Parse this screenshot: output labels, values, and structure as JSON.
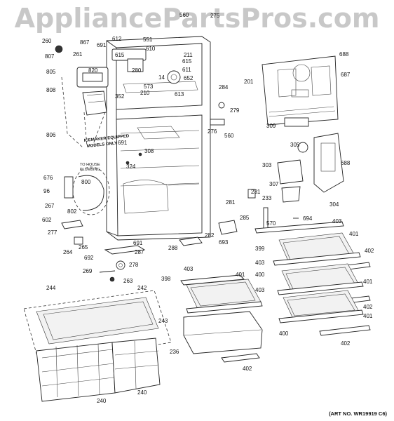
{
  "watermark": "AppliancePartsPros.com",
  "art_number": "(ART NO. WR19919 C6)",
  "notes": {
    "icemaker": [
      "ICEMAKER EQUIPPED",
      "MODELS ONLY"
    ],
    "to_house": [
      "TO HOUSE",
      "PLUMBING"
    ]
  },
  "callouts": [
    {
      "label": "560"
    },
    {
      "label": "275"
    },
    {
      "label": "260"
    },
    {
      "label": "867"
    },
    {
      "label": "612"
    },
    {
      "label": "551"
    },
    {
      "label": "691"
    },
    {
      "label": "615"
    },
    {
      "label": "610"
    },
    {
      "label": "807"
    },
    {
      "label": "261"
    },
    {
      "label": "820"
    },
    {
      "label": "211"
    },
    {
      "label": "805"
    },
    {
      "label": "280"
    },
    {
      "label": "615"
    },
    {
      "label": "611"
    },
    {
      "label": "573"
    },
    {
      "label": "14"
    },
    {
      "label": "652"
    },
    {
      "label": "210"
    },
    {
      "label": "613"
    },
    {
      "label": "808"
    },
    {
      "label": "352"
    },
    {
      "label": "284"
    },
    {
      "label": "279"
    },
    {
      "label": "276"
    },
    {
      "label": "560"
    },
    {
      "label": "806"
    },
    {
      "label": "691"
    },
    {
      "label": "308"
    },
    {
      "label": "324"
    },
    {
      "label": "676"
    },
    {
      "label": "96"
    },
    {
      "label": "800"
    },
    {
      "label": "267"
    },
    {
      "label": "802"
    },
    {
      "label": "602"
    },
    {
      "label": "277"
    },
    {
      "label": "264"
    },
    {
      "label": "265"
    },
    {
      "label": "691"
    },
    {
      "label": "287"
    },
    {
      "label": "692"
    },
    {
      "label": "278"
    },
    {
      "label": "269"
    },
    {
      "label": "263"
    },
    {
      "label": "288"
    },
    {
      "label": "282"
    },
    {
      "label": "693"
    },
    {
      "label": "231"
    },
    {
      "label": "281"
    },
    {
      "label": "285"
    },
    {
      "label": "233"
    },
    {
      "label": "570"
    },
    {
      "label": "694"
    },
    {
      "label": "403"
    },
    {
      "label": "688"
    },
    {
      "label": "201"
    },
    {
      "label": "687"
    },
    {
      "label": "309"
    },
    {
      "label": "305"
    },
    {
      "label": "303"
    },
    {
      "label": "688"
    },
    {
      "label": "307"
    },
    {
      "label": "304"
    },
    {
      "label": "401"
    },
    {
      "label": "399"
    },
    {
      "label": "402"
    },
    {
      "label": "403"
    },
    {
      "label": "400"
    },
    {
      "label": "401"
    },
    {
      "label": "403"
    },
    {
      "label": "402"
    },
    {
      "label": "401"
    },
    {
      "label": "400"
    },
    {
      "label": "402"
    },
    {
      "label": "403"
    },
    {
      "label": "398"
    },
    {
      "label": "401"
    },
    {
      "label": "244"
    },
    {
      "label": "242"
    },
    {
      "label": "243"
    },
    {
      "label": "236"
    },
    {
      "label": "402"
    },
    {
      "label": "240"
    },
    {
      "label": "240"
    }
  ]
}
